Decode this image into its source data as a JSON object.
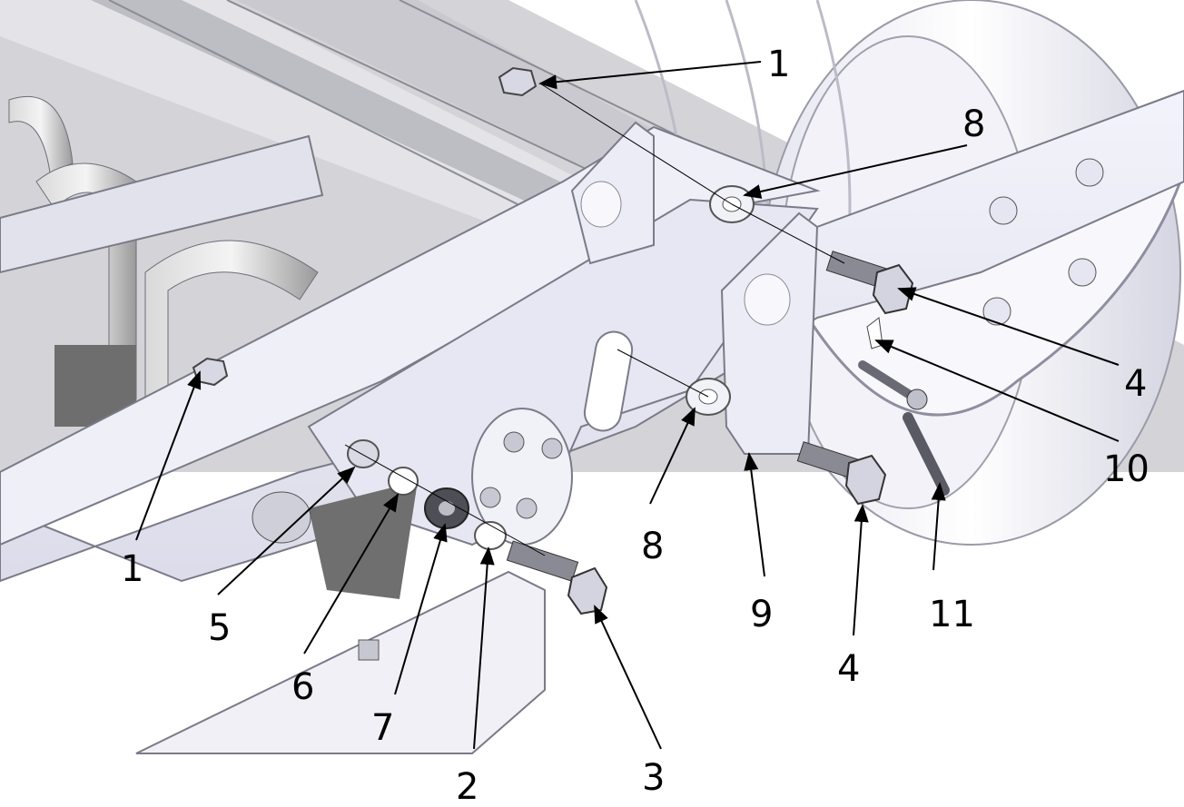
{
  "callouts": [
    {
      "id": "c1a",
      "text": "1"
    },
    {
      "id": "c8a",
      "text": "8"
    },
    {
      "id": "c4a",
      "text": "4"
    },
    {
      "id": "c10",
      "text": "10"
    },
    {
      "id": "c1b",
      "text": "1"
    },
    {
      "id": "c5",
      "text": "5"
    },
    {
      "id": "c6",
      "text": "6"
    },
    {
      "id": "c7",
      "text": "7"
    },
    {
      "id": "c2",
      "text": "2"
    },
    {
      "id": "c3",
      "text": "3"
    },
    {
      "id": "c8b",
      "text": "8"
    },
    {
      "id": "c9",
      "text": "9"
    },
    {
      "id": "c4b",
      "text": "4"
    },
    {
      "id": "c11",
      "text": "11"
    }
  ]
}
